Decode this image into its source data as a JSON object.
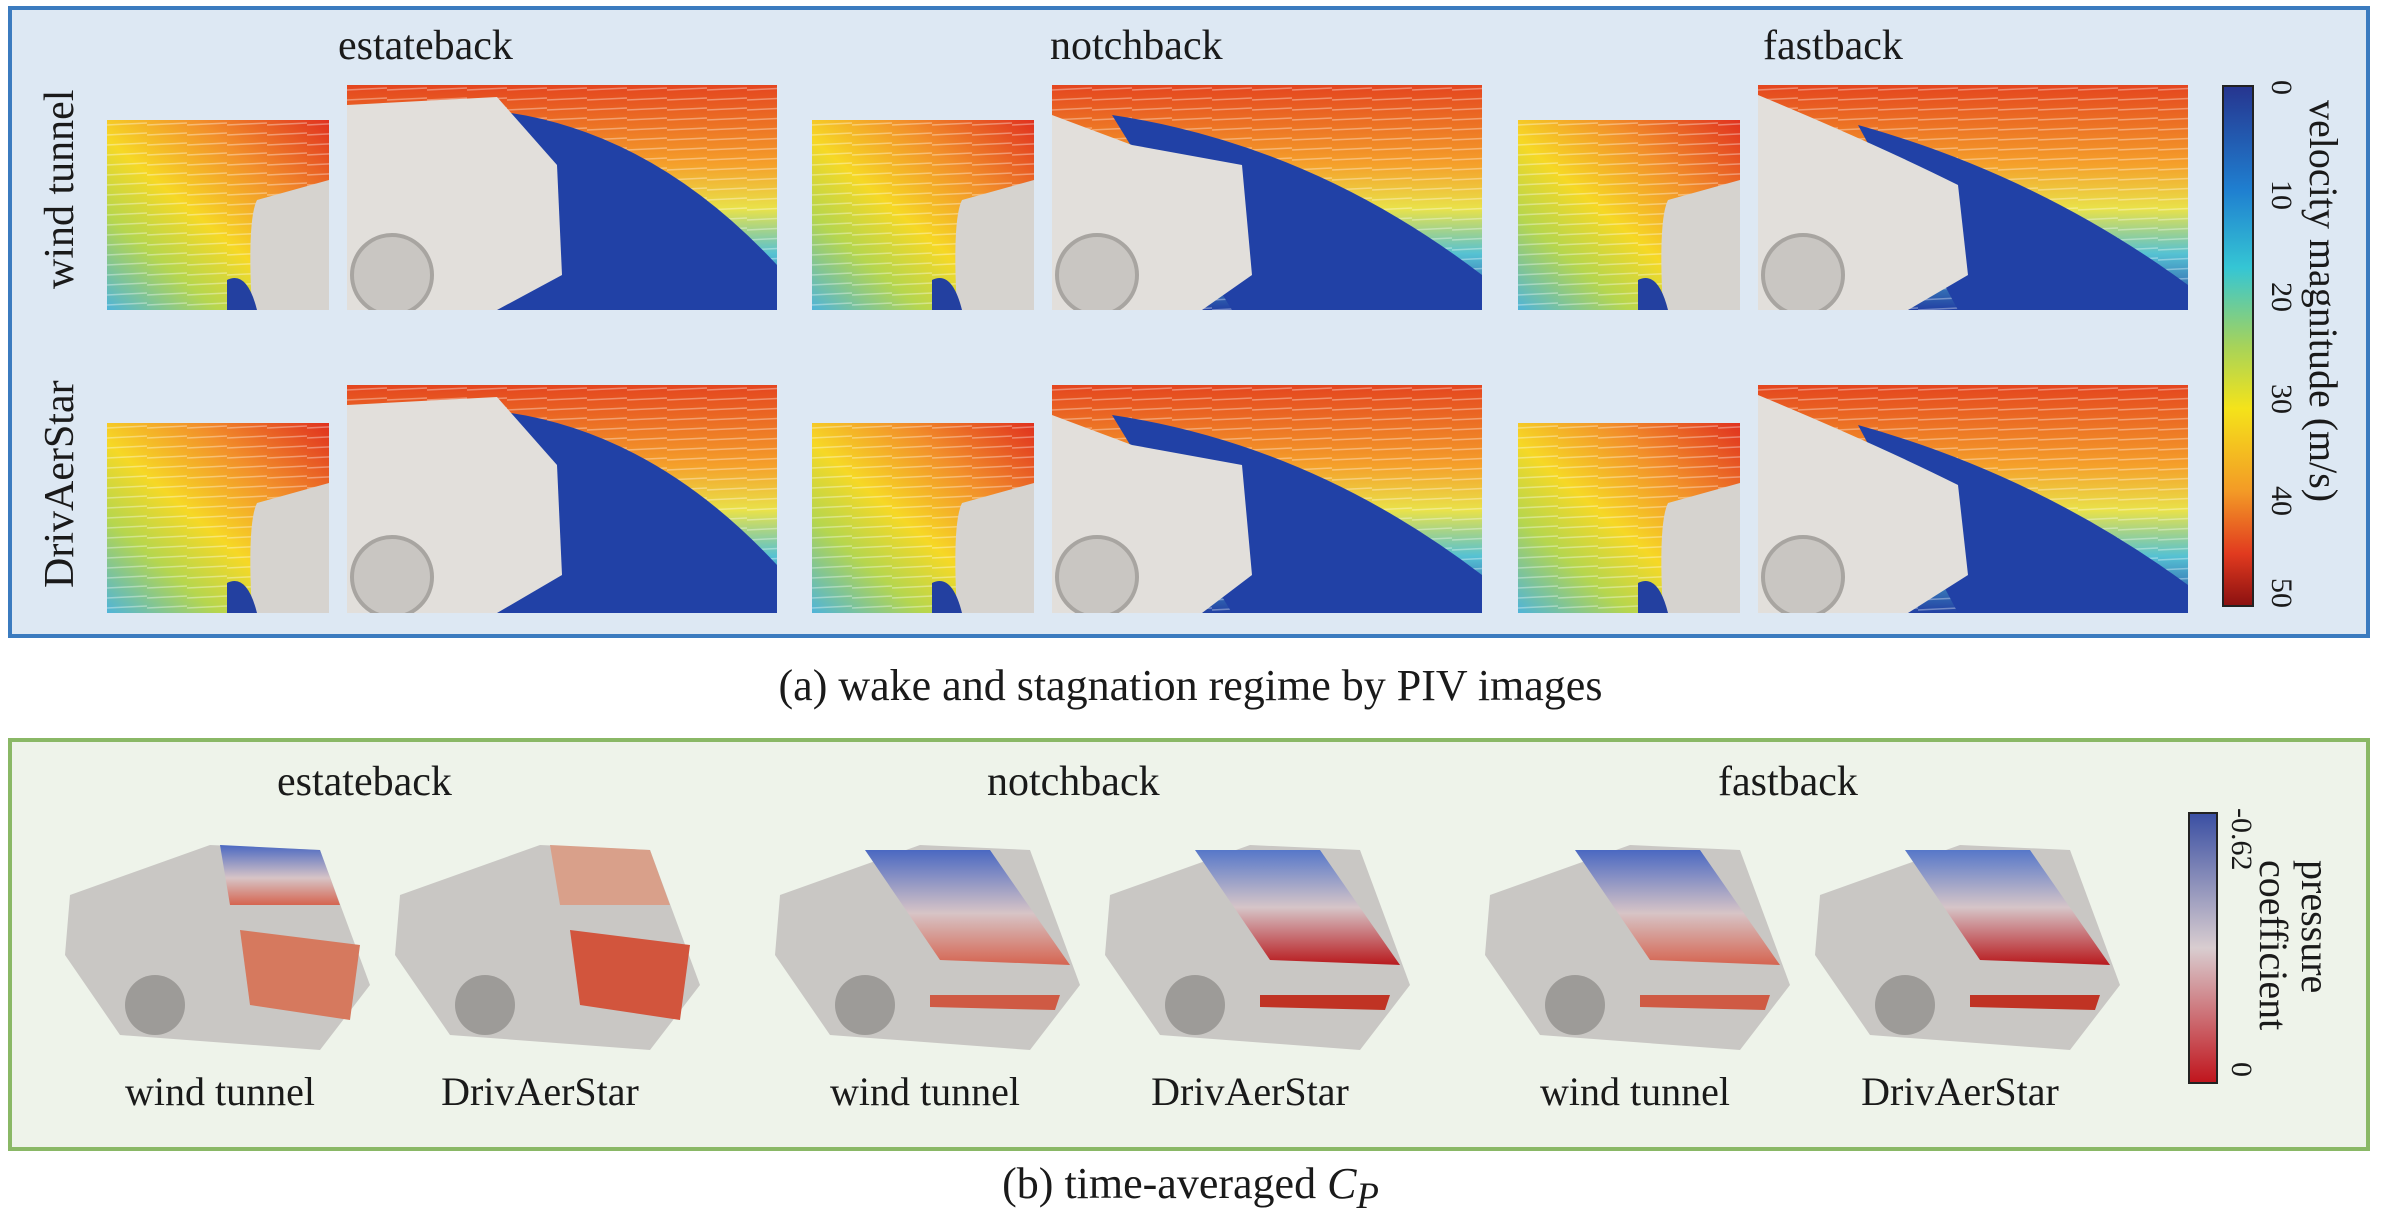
{
  "panel_a": {
    "columns": [
      "estateback",
      "notchback",
      "fastback"
    ],
    "rows": [
      "wind tunnel",
      "DrivAerStar"
    ],
    "colorbar": {
      "label": "velocity magnitude (m/s)",
      "ticks": [
        "0",
        "10",
        "20",
        "30",
        "40",
        "50"
      ]
    },
    "caption": "(a) wake and stagnation regime by PIV images"
  },
  "panel_b": {
    "columns": [
      "estateback",
      "notchback",
      "fastback"
    ],
    "sublabels": [
      "wind tunnel",
      "DrivAerStar",
      "wind tunnel",
      "DrivAerStar",
      "wind tunnel",
      "DrivAerStar"
    ],
    "colorbar": {
      "label_line1": "pressure",
      "label_line2": "coefficient",
      "tick_top": "-0.62",
      "tick_bottom": "0"
    },
    "caption_prefix": "(b) time-averaged ",
    "caption_symbol": "C",
    "caption_subscript": "P"
  }
}
